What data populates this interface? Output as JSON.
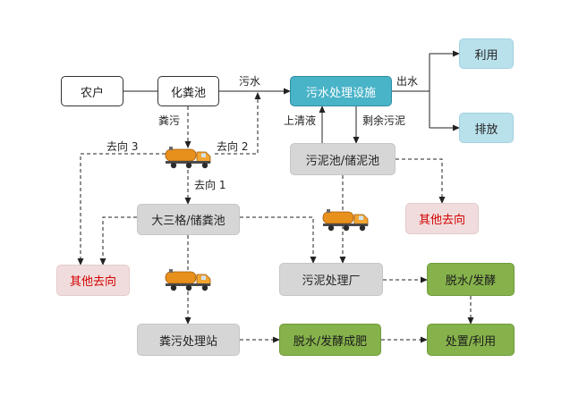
{
  "colors": {
    "facility": "#49b3c8",
    "use": "#b9e1ec",
    "storage": "#d6d6d6",
    "other": "#f0dcdc",
    "other_text": "#d40000",
    "treatment": "#86b24b"
  },
  "icons": [
    "septic-truck-icon"
  ],
  "nodes": {
    "farmer": "农户",
    "septic_tank": "化粪池",
    "sewage_facility": "污水处理设施",
    "utilize": "利用",
    "discharge": "排放",
    "sludge_tank": "污泥池/储泥池",
    "three_grid_tank": "大三格/储粪池",
    "other_dest_left": "其他去向",
    "other_dest_right": "其他去向",
    "sludge_plant": "污泥处理厂",
    "dewater_ferment_top": "脱水/发酵",
    "fecal_station": "粪污处理站",
    "dewater_ferment_fertilizer": "脱水/发酵成肥",
    "dispose_utilize": "处置/利用"
  },
  "labels": {
    "sewage": "污水",
    "effluent": "出水",
    "fecal_sewage": "粪污",
    "route_1": "去向 1",
    "route_2": "去向 2",
    "route_3": "去向 3",
    "supernatant": "上清液",
    "residual_sludge": "剩余污泥"
  }
}
